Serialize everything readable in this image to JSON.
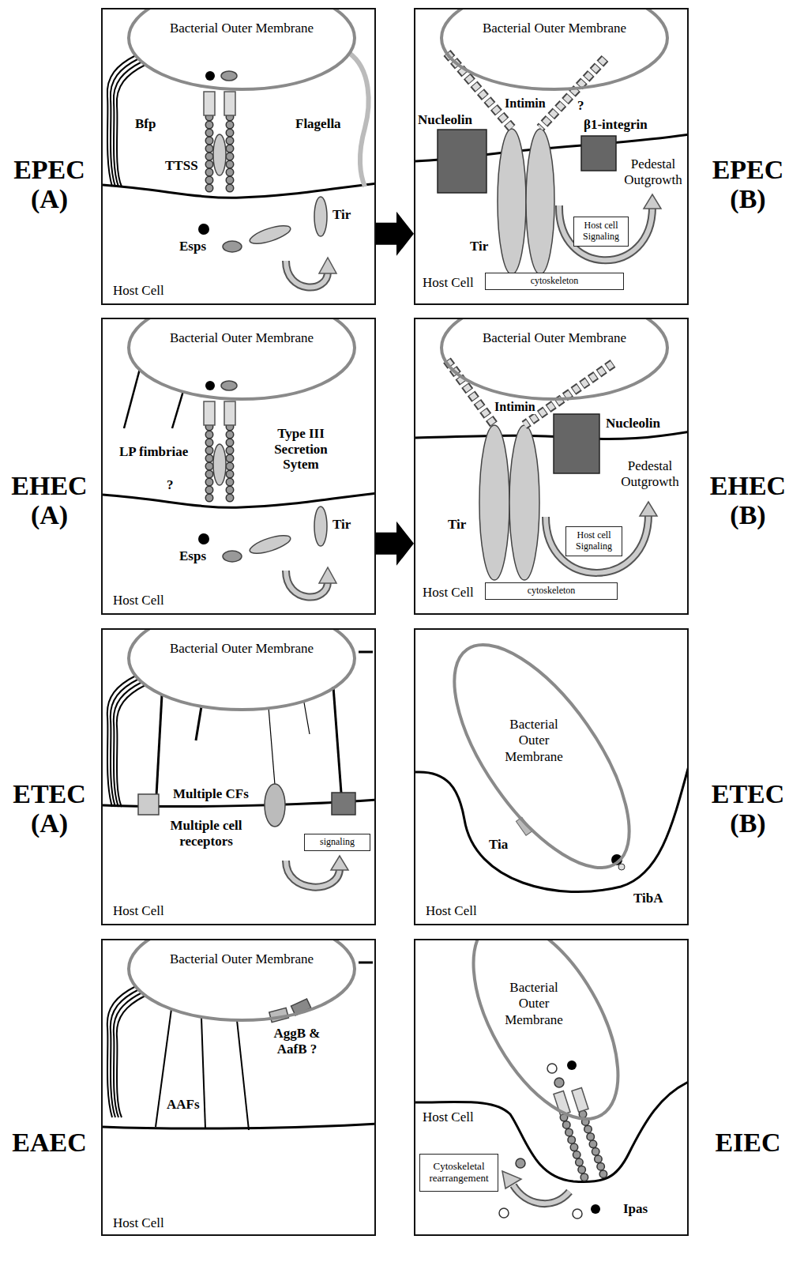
{
  "diagram": {
    "nodes": [
      {
        "text": [
          "Host Cell"
        ]
      },
      {
        "text": [
          "Bacterial Outer Membrane"
        ],
        "in": 0
      },
      {
        "text": [
          "Host Cell"
        ]
      },
      {
        "text": [
          "Bacterial Outer Membrane"
        ],
        "in": 2
      },
      {
        "text": [
          "Host cell Signaling"
        ],
        "in": 2
      },
      {
        "text": [
          "cytoskeleton"
        ],
        "in": 2
      },
      {
        "text": [
          "Host Cell"
        ]
      },
      {
        "text": [
          "Bacterial Outer Membrane"
        ],
        "in": 6
      },
      {
        "text": [
          "Host Cell"
        ]
      },
      {
        "text": [
          "Bacterial Outer Membrane"
        ],
        "in": 8
      },
      {
        "text": [
          "Host cell Signaling"
        ],
        "in": 8
      },
      {
        "text": [
          "cytoskeleton"
        ],
        "in": 8
      },
      {
        "text": [
          "Host Cell"
        ]
      },
      {
        "text": [
          "Bacterial Outer Membrane"
        ],
        "in": 12
      },
      {
        "text": [
          "signaling"
        ],
        "in": 12
      },
      {
        "text": [
          "Host Cell"
        ]
      },
      {
        "text": [
          "Bacterial Outer Membrane"
        ],
        "in": 15
      },
      {
        "text": [
          "Host Cell"
        ]
      },
      {
        "text": [
          "Bacterial Outer Membrane"
        ],
        "in": 17
      },
      {
        "text": [
          "Host Cell"
        ]
      },
      {
        "text": [
          "Bacterial Outer Membrane"
        ],
        "in": 19
      },
      {
        "text": [
          "Cytoskeletal rearrangement"
        ],
        "in": 19
      }
    ],
    "edges": [
      {
        "from": 0,
        "to": 2,
        "arrow": "to"
      },
      {
        "from": 6,
        "to": 8,
        "arrow": "to"
      }
    ],
    "labels": [
      "EPEC (A)",
      "EPEC (B)",
      "Bfp",
      "Flagella",
      "TTSS",
      "Esps",
      "Tir",
      "Intimin",
      "Nucleolin",
      "?",
      "β1-integrin",
      "Tir",
      "Pedestal Outgrowth",
      "EHEC (A)",
      "EHEC (B)",
      "LP fimbriae",
      "?",
      "Type III Secretion Sytem",
      "Esps",
      "Tir",
      "Intimin",
      "Nucleolin",
      "Tir",
      "Pedestal Outgrowth",
      "ETEC (A)",
      "ETEC (B)",
      "Multiple CFs",
      "Multiple cell receptors",
      "Tia",
      "TibA",
      "EAEC",
      "EIEC",
      "AAFs",
      "AggB & AafB ?",
      "Ipas"
    ]
  }
}
